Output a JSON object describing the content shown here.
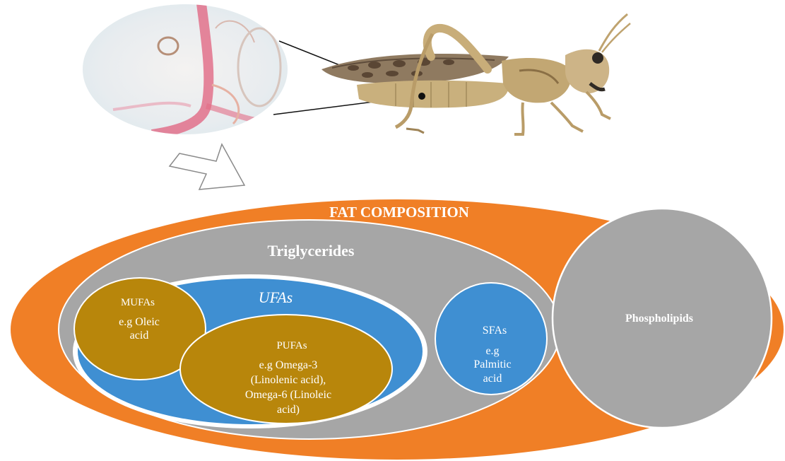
{
  "diagram": {
    "title": "FAT COMPOSITION",
    "triglycerides": "Triglycerides",
    "ufas": "UFAs",
    "mufas": {
      "heading": "MUFAs",
      "line1": "e.g Oleic",
      "line2": "acid"
    },
    "pufas": {
      "heading": "PUFAs",
      "line1": "e.g Omega-3",
      "line2": "(Linolenic acid),",
      "line3": "Omega-6 (Linoleic",
      "line4": "acid)"
    },
    "sfas": {
      "heading": "SFAs",
      "line1": "e.g",
      "line2": "Palmitic",
      "line3": "acid"
    },
    "phospholipids": "Phospholipids"
  },
  "colors": {
    "orange": "#f07f26",
    "gray": "#a6a6a6",
    "blue": "#3f8fd2",
    "gold": "#b8860b"
  },
  "images": {
    "tissue": "fat-body-tissue-micrograph",
    "insect": "locust-photo"
  }
}
